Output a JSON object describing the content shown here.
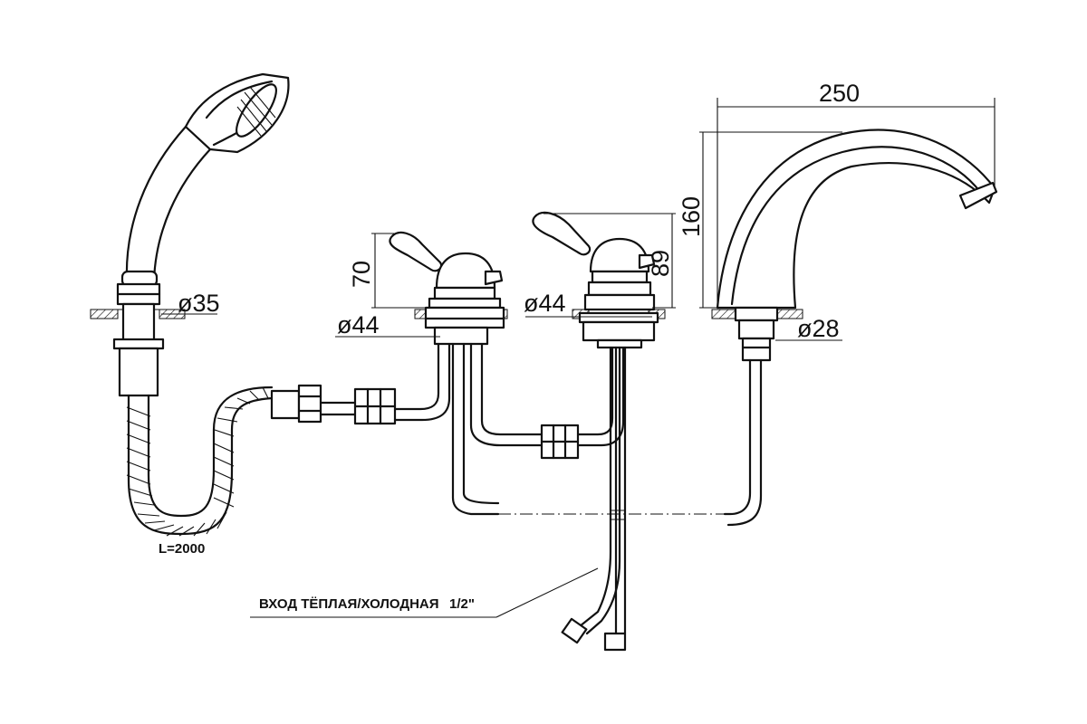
{
  "dimensions": {
    "shower_holder_diameter": "ø35",
    "left_mixer_diameter": "ø44",
    "right_mixer_diameter": "ø44",
    "spout_diameter": "ø28",
    "left_mixer_height": "70",
    "right_mixer_height": "89",
    "spout_height": "160",
    "spout_reach": "250"
  },
  "labels": {
    "hose_length": "L=2000",
    "inlet": "ВХОД ТЁПЛАЯ/ХОЛОДНАЯ",
    "inlet_thread": "1/2\""
  }
}
